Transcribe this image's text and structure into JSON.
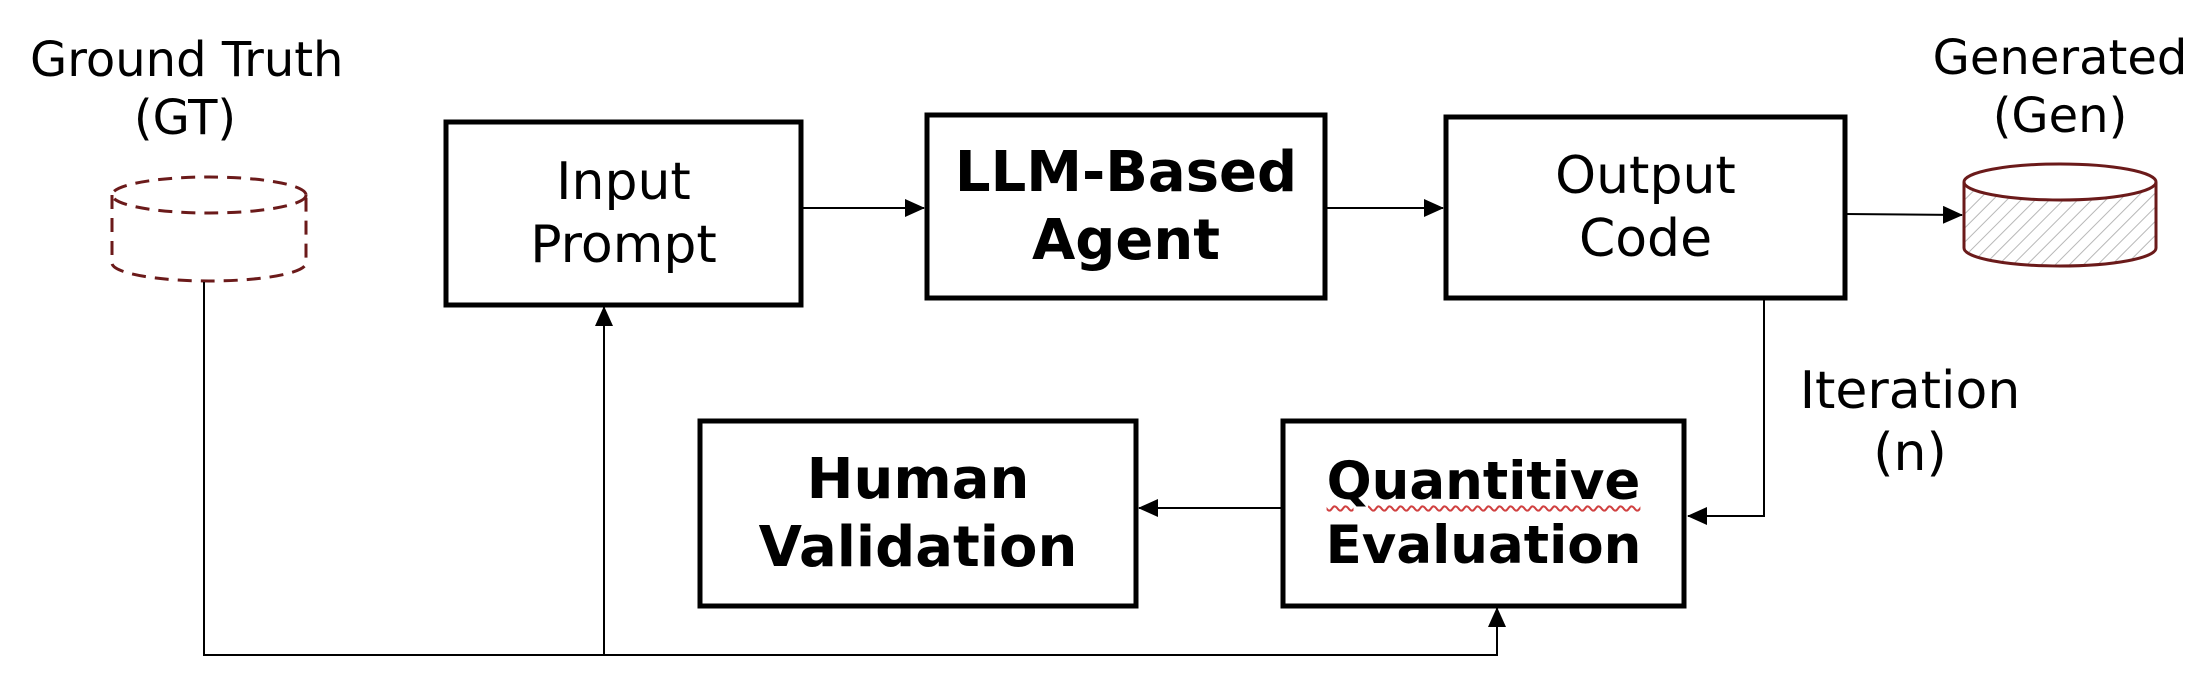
{
  "colors": {
    "box_stroke": "#000000",
    "cylinder_stroke": "#6b1a1a",
    "cylinder_hatch": "#b8b8b8"
  },
  "gt": {
    "line1": "Ground Truth",
    "line2": "(GT)"
  },
  "gen": {
    "line1": "Generated",
    "line2": "(Gen)"
  },
  "input_prompt": {
    "line1": "Input",
    "line2": "Prompt"
  },
  "agent": {
    "line1": "LLM-Based",
    "line2": "Agent"
  },
  "output_code": {
    "line1": "Output",
    "line2": "Code"
  },
  "iteration": {
    "line1": "Iteration",
    "line2": "(n)"
  },
  "human_validation": {
    "line1": "Human",
    "line2": "Validation"
  },
  "quantitive_evaluation": {
    "line1": "Quantitive",
    "line2": "Evaluation"
  }
}
